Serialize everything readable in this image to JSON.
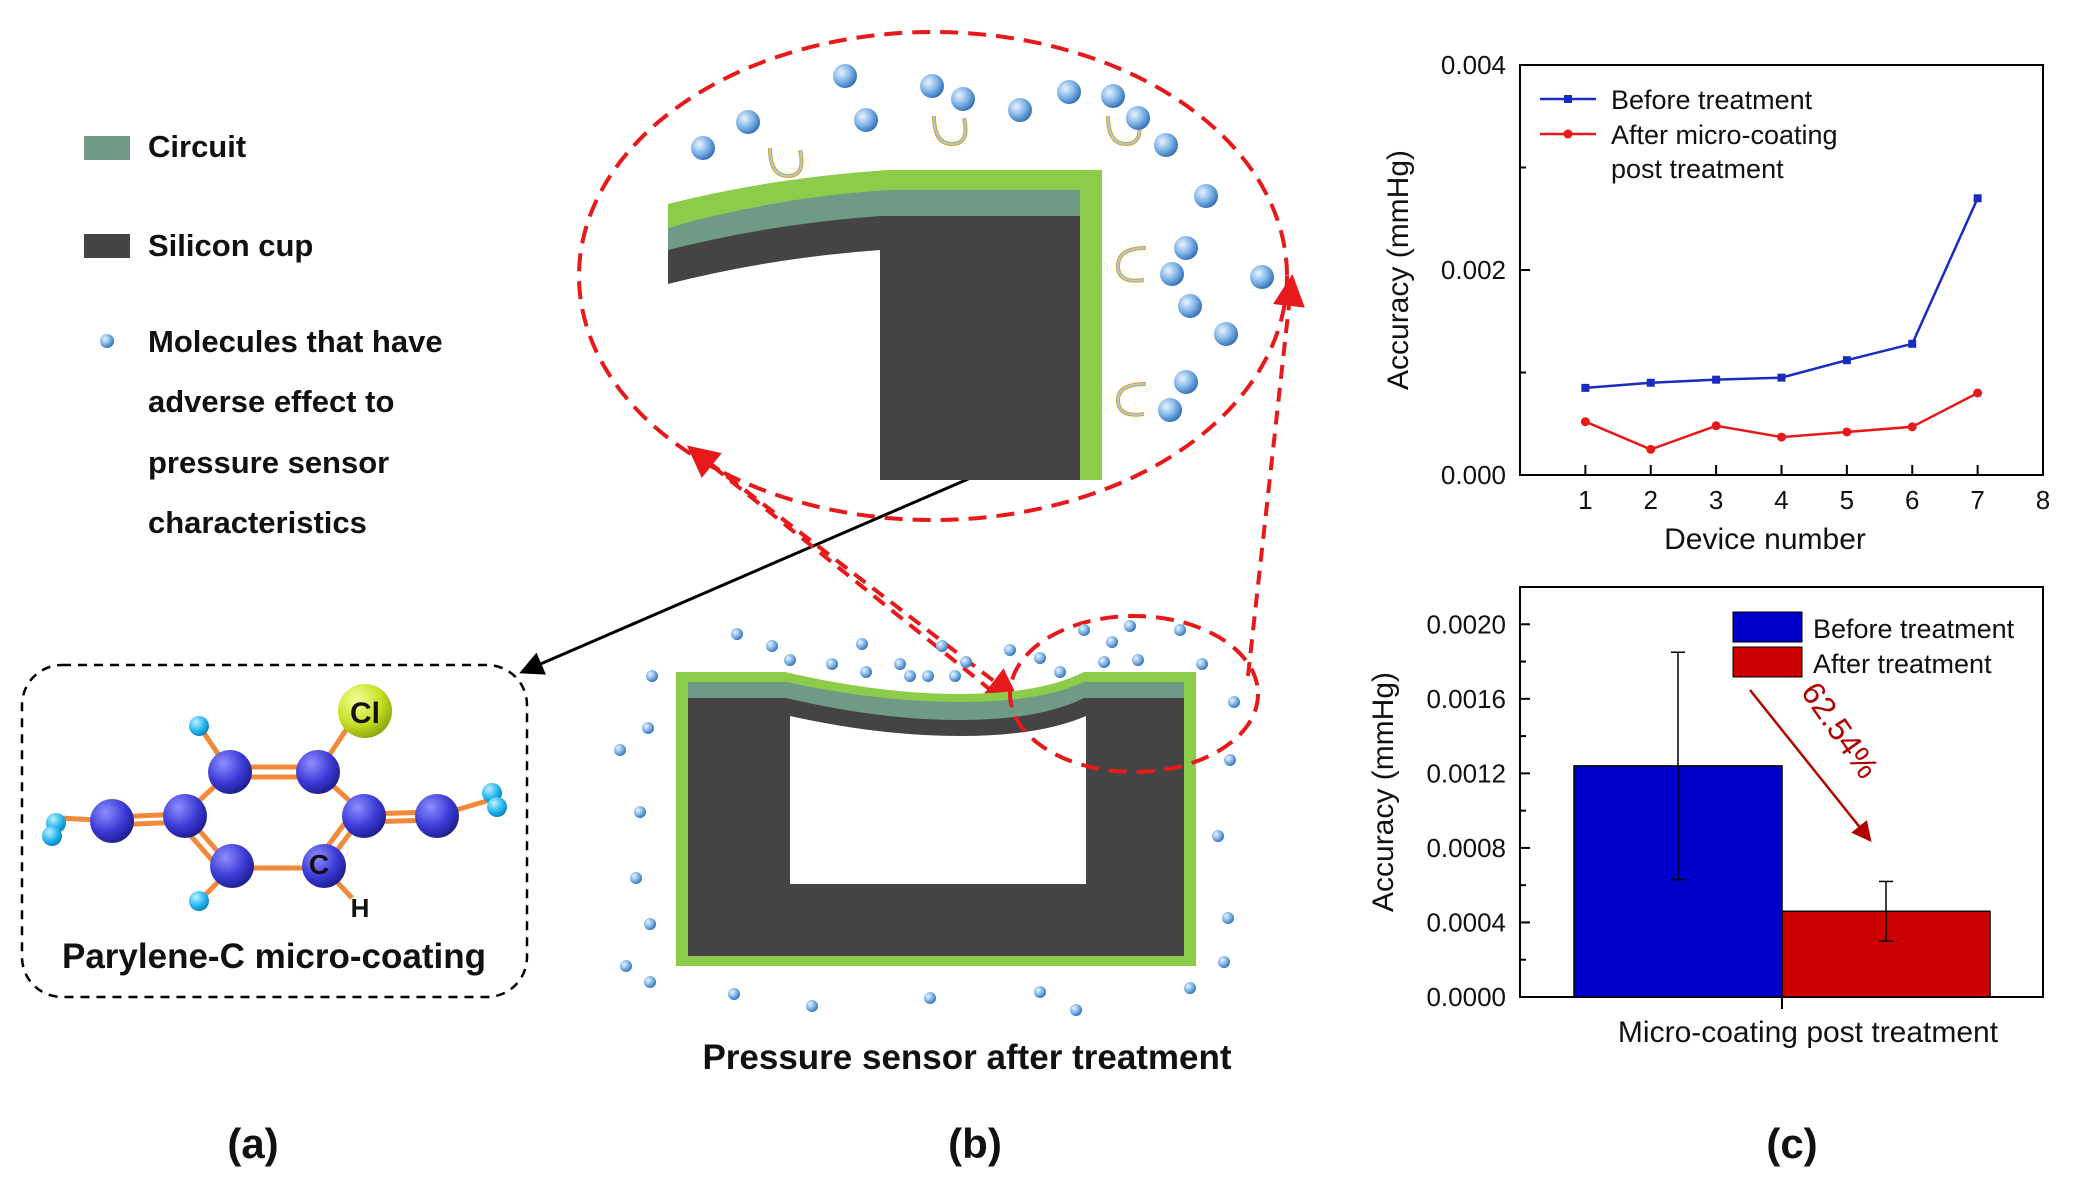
{
  "legend": {
    "circuit": "Circuit",
    "silicon": "Silicon cup",
    "molecules": [
      "Molecules that have",
      "adverse effect to",
      "pressure sensor",
      "characteristics"
    ]
  },
  "molecule": {
    "title": "Parylene-C micro-coating",
    "atom_cl": "Cl",
    "atom_c": "C",
    "atom_h": "H"
  },
  "sensor": {
    "caption": "Pressure sensor after treatment"
  },
  "panel_labels": {
    "a": "(a)",
    "b": "(b)",
    "c": "(c)"
  },
  "colors": {
    "circuit": "#6f9a86",
    "silicon": "#444444",
    "coating": "#8ccc4a",
    "dashed": "#e8191a",
    "blue_series": "#1a2bbf",
    "red_series": "#e8191a",
    "bar_blue": "#0000cc",
    "bar_red": "#cc0000",
    "annotation": "#b00000"
  },
  "chart_data": [
    {
      "type": "line",
      "xlabel": "Device number",
      "ylabel": "Accuracy (mmHg)",
      "xlim": [
        0,
        8
      ],
      "ylim": [
        0,
        0.004
      ],
      "xticks": [
        "1",
        "2",
        "3",
        "4",
        "5",
        "6",
        "7",
        "8"
      ],
      "yticks": [
        "0.000",
        "0.002",
        "0.004"
      ],
      "legend_position": "top-left",
      "legend_lines": [
        "Before treatment",
        "After micro-coating",
        "post treatment"
      ],
      "x": [
        1,
        2,
        3,
        4,
        5,
        6,
        7
      ],
      "series": [
        {
          "name": "Before treatment",
          "values": [
            0.00085,
            0.0009,
            0.00093,
            0.00095,
            0.00112,
            0.00128,
            0.0027
          ]
        },
        {
          "name": "After micro-coating post treatment",
          "values": [
            0.00052,
            0.00025,
            0.00048,
            0.00037,
            0.00042,
            0.00047,
            0.0008
          ]
        }
      ]
    },
    {
      "type": "bar",
      "xlabel": "Micro-coating post treatment",
      "ylabel": "Accuracy (mmHg)",
      "ylim": [
        0,
        0.0022
      ],
      "yticks": [
        "0.0000",
        "0.0004",
        "0.0008",
        "0.0012",
        "0.0016",
        "0.0020"
      ],
      "legend_position": "top-right",
      "series": [
        {
          "name": "Before treatment",
          "value": 0.00124,
          "error": 0.00061
        },
        {
          "name": "After treatment",
          "value": 0.00046,
          "error": 0.00016
        }
      ],
      "annotation": "62.54%"
    }
  ]
}
